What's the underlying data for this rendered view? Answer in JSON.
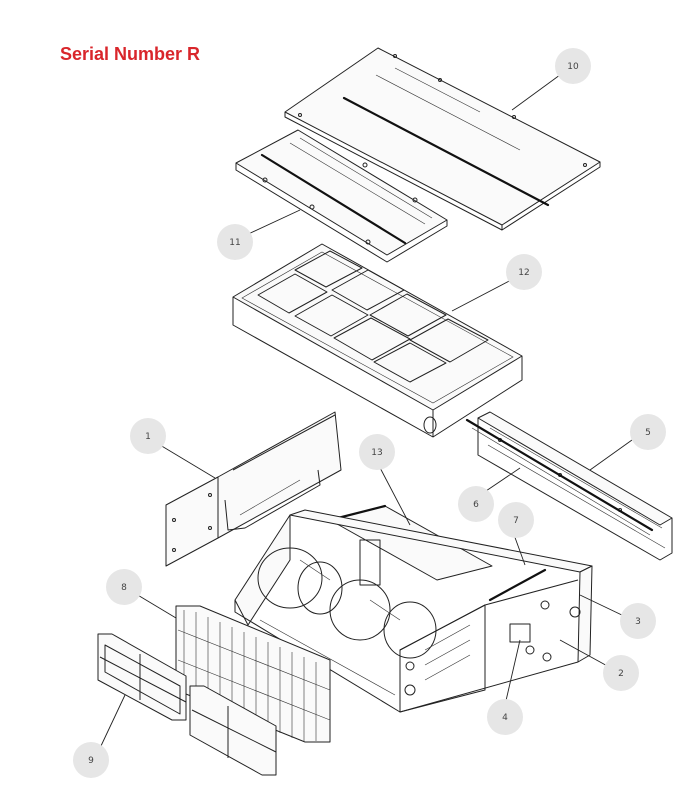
{
  "title": "Serial Number R",
  "colors": {
    "title": "#d9262b",
    "callout_circle": "#e6e6e6",
    "line": "#222222"
  },
  "callouts": [
    {
      "id": "10",
      "label": "10"
    },
    {
      "id": "11",
      "label": "11"
    },
    {
      "id": "12",
      "label": "12"
    },
    {
      "id": "1",
      "label": "1"
    },
    {
      "id": "13",
      "label": "13"
    },
    {
      "id": "5",
      "label": "5"
    },
    {
      "id": "6",
      "label": "6"
    },
    {
      "id": "7",
      "label": "7"
    },
    {
      "id": "8",
      "label": "8"
    },
    {
      "id": "3",
      "label": "3"
    },
    {
      "id": "2",
      "label": "2"
    },
    {
      "id": "4",
      "label": "4"
    },
    {
      "id": "9",
      "label": "9"
    }
  ]
}
